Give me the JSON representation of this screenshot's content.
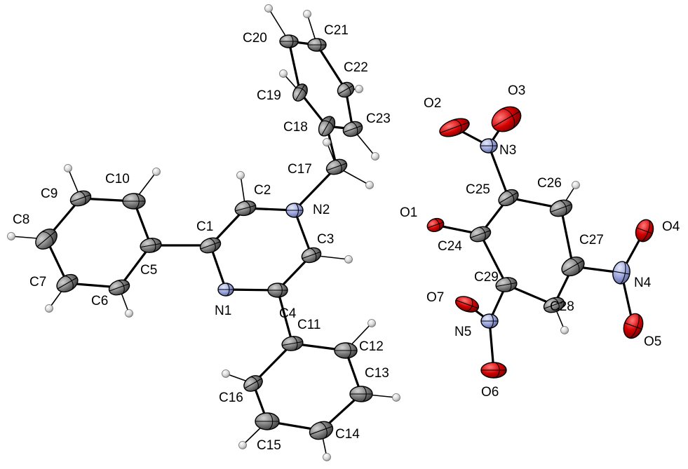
{
  "colors": {
    "carbon": "#7a7a7a",
    "nitrogen": "#9ea8de",
    "oxygen": "#d40000",
    "hydrogen": "#d9d9d9",
    "bond": "#000000"
  },
  "labels": {
    "C1": "C1",
    "C2": "C2",
    "C3": "C3",
    "C4": "C4",
    "C5": "C5",
    "C6": "C6",
    "C7": "C7",
    "C8": "C8",
    "C9": "C9",
    "C10": "C10",
    "C11": "C11",
    "C12": "C12",
    "C13": "C13",
    "C14": "C14",
    "C15": "C15",
    "C16": "C16",
    "C17": "C17",
    "C18": "C18",
    "C19": "C19",
    "C20": "C20",
    "C21": "C21",
    "C22": "C22",
    "C23": "C23",
    "C24": "C24",
    "C25": "C25",
    "C26": "C26",
    "C27": "C27",
    "C28": "C28",
    "C29": "C29",
    "N1": "N1",
    "N2": "N2",
    "N3": "N3",
    "N4": "N4",
    "N5": "N5",
    "O1": "O1",
    "O2": "O2",
    "O3": "O3",
    "O4": "O4",
    "O5": "O5",
    "O6": "O6",
    "O7": "O7"
  }
}
